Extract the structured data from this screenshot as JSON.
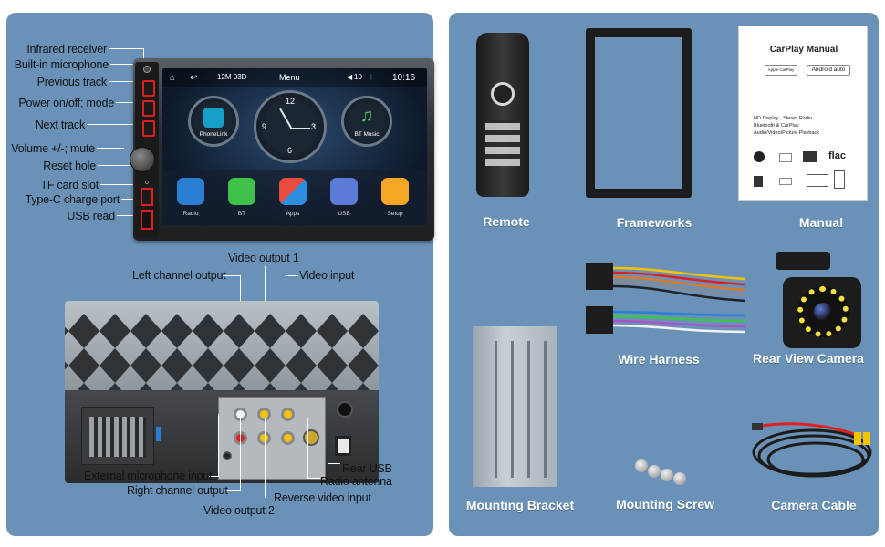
{
  "front_callouts": [
    {
      "text": "Infrared receiver"
    },
    {
      "text": "Built-in microphone"
    },
    {
      "text": "Previous track"
    },
    {
      "text": "Power on/off; mode"
    },
    {
      "text": "Next track"
    },
    {
      "text": "Volume +/-; mute"
    },
    {
      "text": "Reset hole"
    },
    {
      "text": "TF card slot"
    },
    {
      "text": "Type-C charge port"
    },
    {
      "text": "USB read"
    }
  ],
  "screen": {
    "date": "12M 03D",
    "menu": "Menu",
    "volume": "10",
    "time": "10:16",
    "phonelink": "PhoneLink",
    "bt_music": "BT Music",
    "clock_numbers": [
      "12",
      "3",
      "6",
      "9"
    ],
    "apps": [
      "Radio",
      "BT",
      "Apps",
      "USB",
      "Setup"
    ]
  },
  "rear_callouts": {
    "video_output_1": "Video output 1",
    "left_channel_output": "Left channel output",
    "video_input": "Video input",
    "rear_usb": "Rear USB",
    "external_microphone_input": "External microphone input",
    "radio_antenna": "Radio antenna",
    "right_channel_output": "Right channel output",
    "reverse_video_input": "Reverse video input",
    "video_output_2": "Video output 2"
  },
  "manual": {
    "title": "CarPlay Manual",
    "carplay_badge": "Apple CarPlay",
    "android_badge": "Android auto",
    "features": [
      "HD Display , Stereo Radio,",
      "Bluetooth & CarPlay",
      "Audio/Video/Picture Playback"
    ],
    "flac": "flac"
  },
  "items": {
    "remote": "Remote",
    "frameworks": "Frameworks",
    "manual": "Manual",
    "wire_harness": "Wire Harness",
    "rear_view_camera": "Rear View Camera",
    "mounting_bracket": "Mounting Bracket",
    "mounting_screw": "Mounting Screw",
    "camera_cable": "Camera Cable"
  },
  "colors": {
    "panel": "#6a92b8",
    "accent_red": "#e02020",
    "label_text": "#111111",
    "item_label": "#ffffff"
  }
}
